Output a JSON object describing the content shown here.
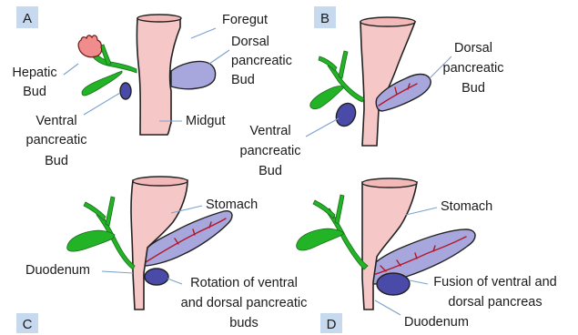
{
  "panels": [
    {
      "id": "A",
      "labels": [
        "Foregut",
        "Dorsal",
        "pancreatic",
        "Bud",
        "Hepatic",
        "Bud",
        "Ventral",
        "pancreatic",
        "Bud",
        "Midgut"
      ]
    },
    {
      "id": "B",
      "labels": [
        "Dorsal",
        "pancreatic",
        "Bud",
        "Ventral",
        "pancreatic",
        "Bud"
      ]
    },
    {
      "id": "C",
      "labels": [
        "Stomach",
        "Duodenum",
        "Rotation of ventral",
        "and dorsal pancreatic",
        "buds"
      ]
    },
    {
      "id": "D",
      "labels": [
        "Stomach",
        "Fusion of ventral and",
        "dorsal pancreas",
        "Duodenum"
      ]
    }
  ],
  "colors": {
    "gut": "#f6c7c7",
    "bile_duct": "#22b327",
    "dorsal_bud": "#a7a7dd",
    "ventral_bud": "#4a4aa8",
    "hepatic_bud": "#f08c8c",
    "pancreatic_duct": "#b0182a",
    "leader_line": "#7aa2cc",
    "panel_badge": "#c6d9ef"
  }
}
